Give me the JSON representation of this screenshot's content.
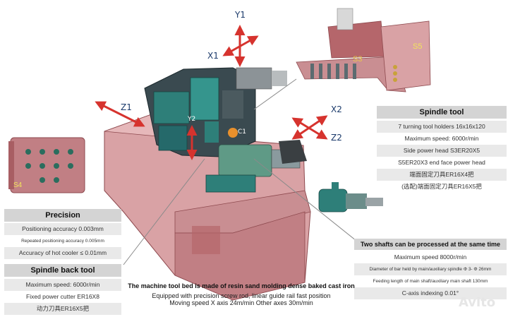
{
  "axes": {
    "y1": "Y1",
    "x1": "X1",
    "z1": "Z1",
    "x2": "X2",
    "z2": "Z2",
    "y2": "Y2",
    "c1": "C1"
  },
  "stations": {
    "s3": "S3",
    "s4": "S4",
    "s5": "S5"
  },
  "spindle_tool": {
    "title": "Spindle tool",
    "items": [
      "7 turning tool holders 16x16x120",
      "Maximum speed: 6000r/min",
      "Side power head S3ER20X5",
      "S5ER20X3 end face power head",
      "端面固定刀具ER16X4把",
      "(选配)端面固定刀具ER16X5把"
    ]
  },
  "precision": {
    "title": "Precision",
    "items": [
      "Positioning accuracy 0.003mm",
      "Repeated positioning accuracy 0.005mm",
      "Accuracy of hot cooler ≤ 0.01mm"
    ]
  },
  "spindle_back_tool": {
    "title": "Spindle back tool",
    "items": [
      "Maximum speed: 6000r/min",
      "Fixed power cutter ER16X8",
      "动力刀具ER16X5把"
    ]
  },
  "two_shafts": {
    "title": "Two shafts can be processed at the same time",
    "items": [
      "Maximum speed 8000r/min",
      "Diameter of bar held by main/auxiliary spindle Φ 3- Φ 26mm",
      "Feeding length of main shaft/auxiliary main shaft 130mm",
      "C-axis indexing 0.01°"
    ]
  },
  "bed_caption": {
    "title": "The machine tool bed is made of resin sand molding dense baked cast iron",
    "lines": [
      "Equipped with precision screw rod, linear guide rail fast position",
      "Moving speed X axis 24m/min Other axes 30m/min"
    ]
  },
  "watermark": "Avito",
  "colors": {
    "machine_pink": "#d9a2a5",
    "machine_red": "#b5666b",
    "teal": "#2e7f79",
    "arrow_red": "#d6332e",
    "panel_grey": "#e9e9e9",
    "title_grey": "#d4d4d4"
  }
}
